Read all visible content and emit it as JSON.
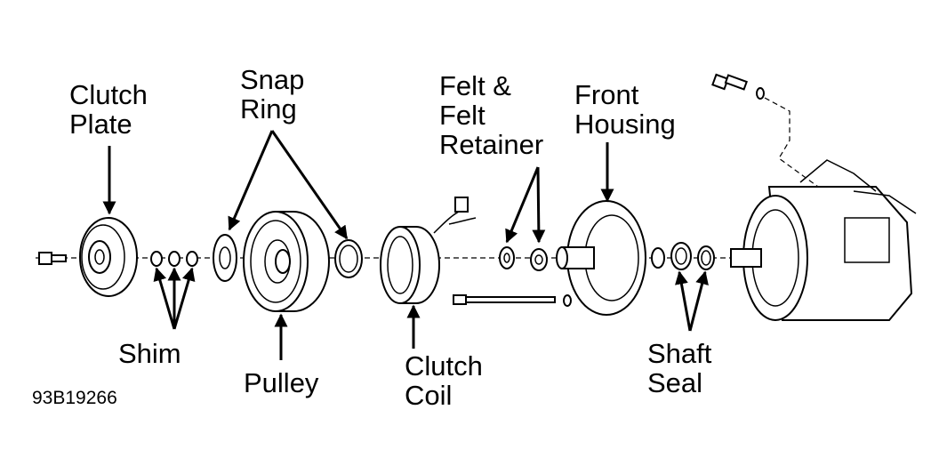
{
  "figure_id": "93B19266",
  "labels": {
    "clutch_plate": [
      "Clutch",
      "Plate"
    ],
    "snap_ring": [
      "Snap",
      "Ring"
    ],
    "felt_retainer": [
      "Felt &",
      "Felt",
      "Retainer"
    ],
    "front_housing": [
      "Front",
      "Housing"
    ],
    "shim": [
      "Shim"
    ],
    "pulley": [
      "Pulley"
    ],
    "clutch_coil": [
      "Clutch",
      "Coil"
    ],
    "shaft_seal": [
      "Shaft",
      "Seal"
    ]
  }
}
